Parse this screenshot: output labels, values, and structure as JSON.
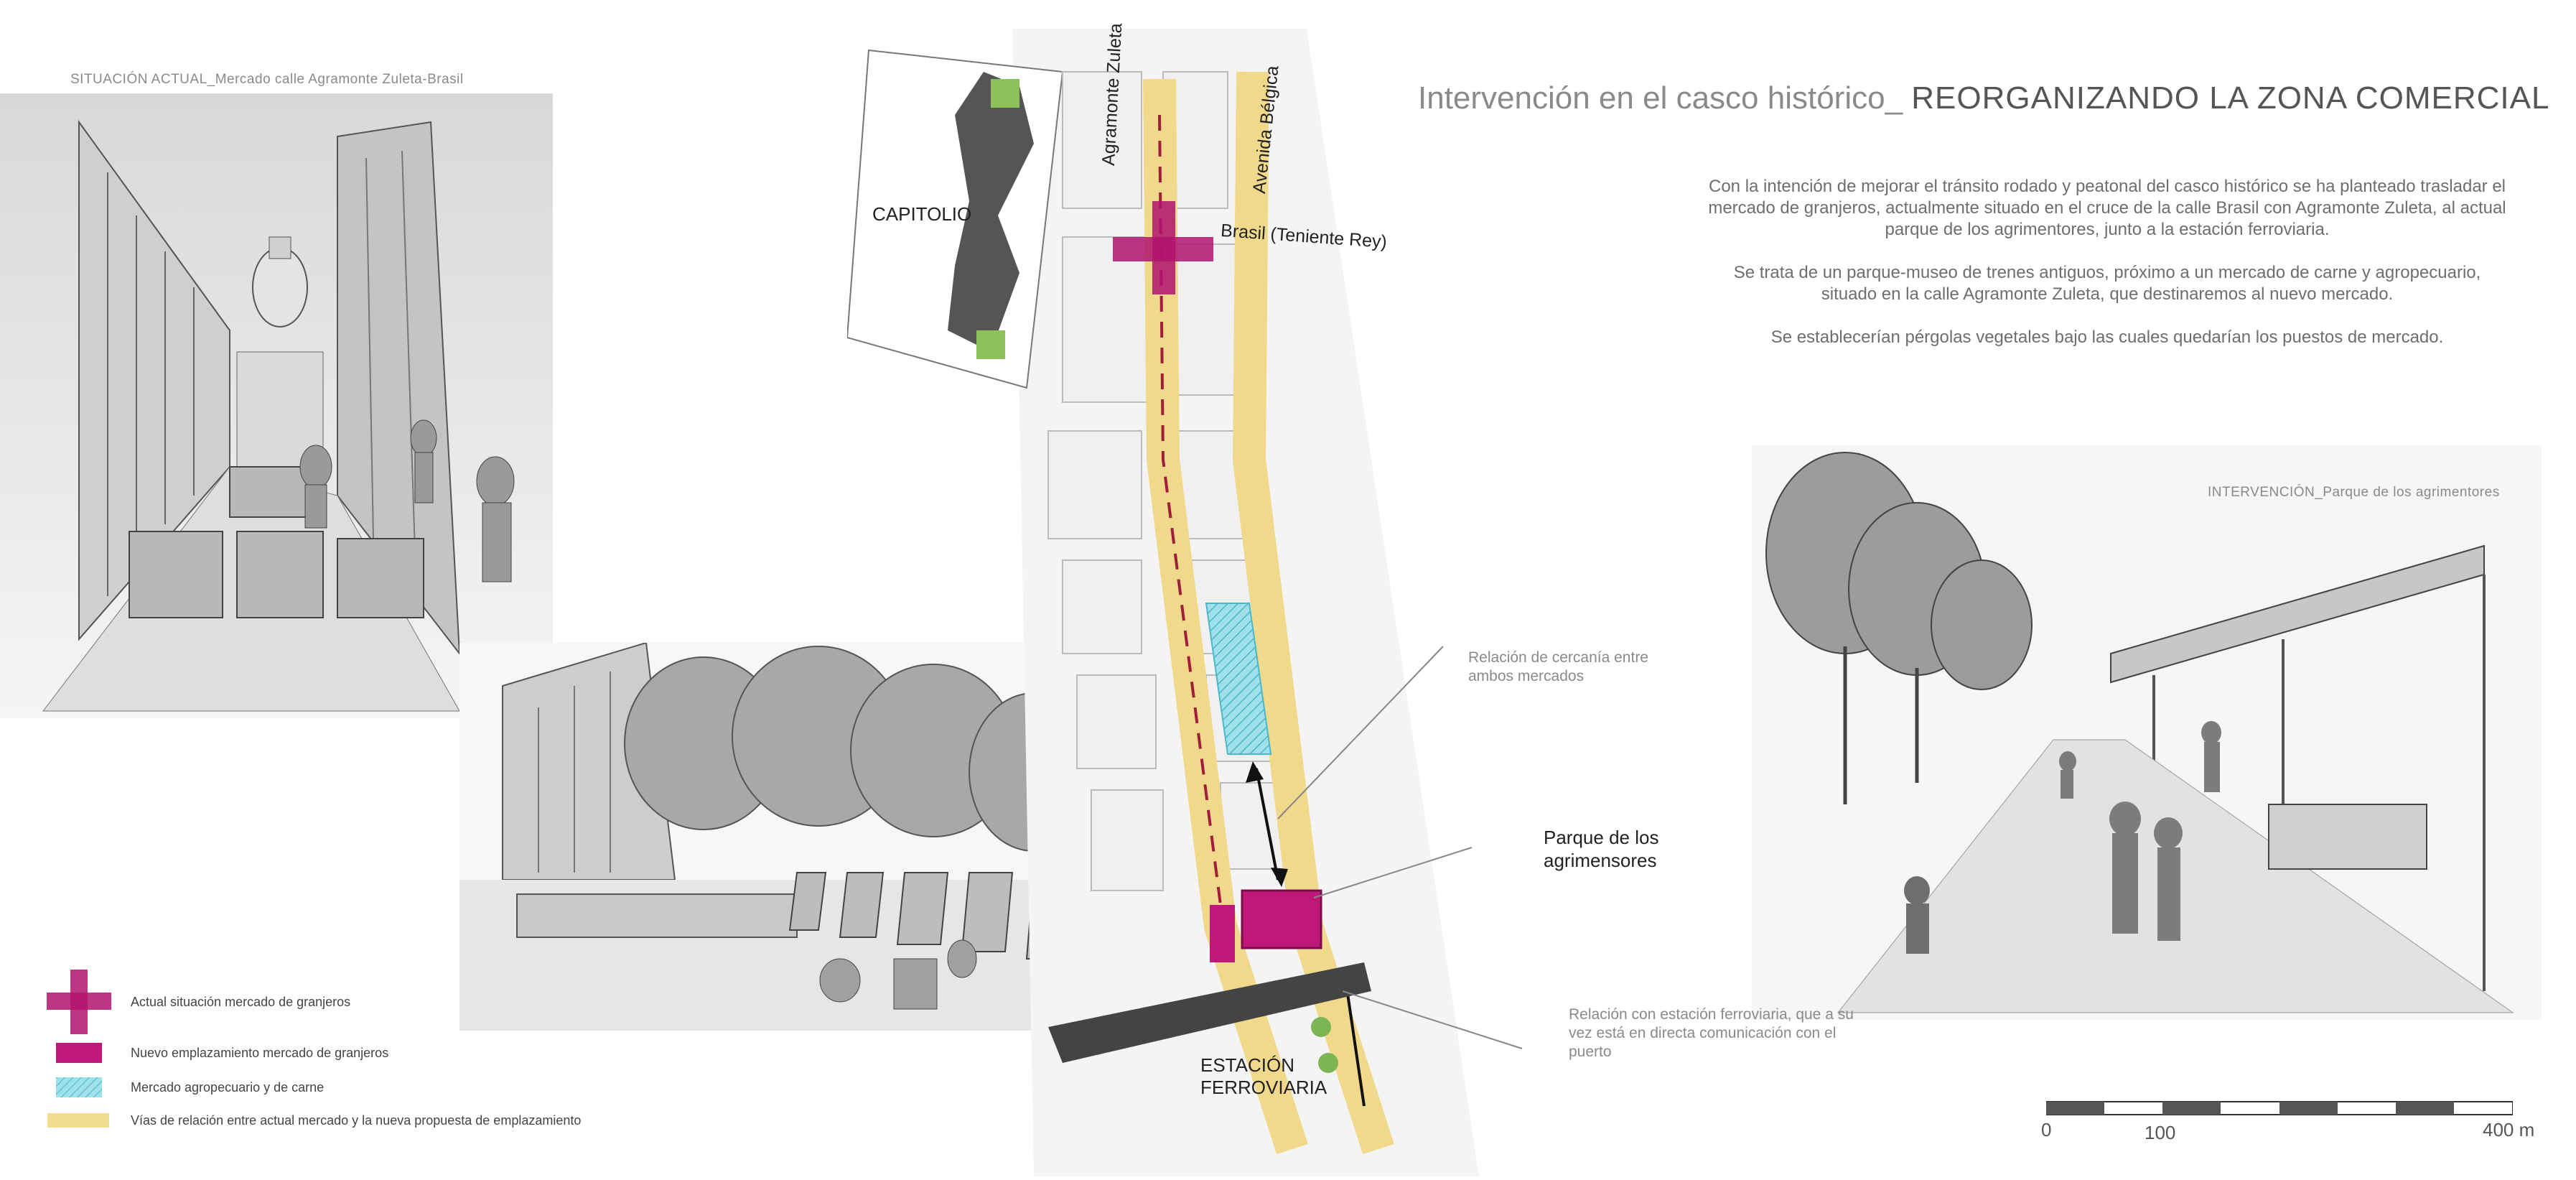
{
  "header": {
    "title_lead": "Intervención en el casco histórico_",
    "title_main": "REORGANIZANDO LA ZONA COMERCIAL"
  },
  "description": {
    "p1": "Con la intención de mejorar el tránsito rodado y peatonal del casco histórico se ha planteado trasladar el mercado de granjeros, actualmente situado en el cruce de la calle Brasil con Agramonte Zuleta, al actual parque de los agrimentores, junto a la estación ferroviaria.",
    "p2": "Se trata de un parque-museo de trenes antiguos, próximo a un mercado de carne y agropecuario, situado en la calle Agramonte Zuleta, que destinaremos al nuevo mercado.",
    "p3": "Se establecerían  pérgolas vegetales bajo las cuales quedarían los puestos de mercado."
  },
  "captions": {
    "current": "SITUACIÓN ACTUAL_Mercado calle Agramonte Zuleta-Brasil",
    "intervention": "INTERVENCIÓN_Parque de los agrimentores"
  },
  "map": {
    "capitolio": "CAPITOLIO",
    "agramonte": "Agramonte Zuleta",
    "belgica": "Avenida Bélgica",
    "brasil": "Brasil (Teniente Rey)",
    "parque": "Parque de los agrimensores",
    "estacion": "ESTACIÓN FERROVIARIA",
    "note_proximity": "Relación de cercanía entre ambos mercados",
    "note_station": "Relación con estación ferroviaria, que a su vez está en directa comunicación con el puerto"
  },
  "legend": [
    {
      "icon": "magenta-cross-icon",
      "label": "Actual situación mercado de granjeros",
      "color": "#b0136e"
    },
    {
      "icon": "magenta-rect-icon",
      "label": "Nuevo emplazamiento mercado de granjeros",
      "color": "#c0187a"
    },
    {
      "icon": "cyan-hatch-icon",
      "label": "Mercado agropecuario y de carne",
      "color": "#7fd3e0"
    },
    {
      "icon": "yellow-band-icon",
      "label": "Vías de relación entre actual mercado y la nueva propuesta de emplazamiento",
      "color": "#f1dd8e"
    }
  ],
  "scale": {
    "zero": "0",
    "mid": "100",
    "end": "400 m"
  },
  "colors": {
    "path": "#f0d98a",
    "cross": "#b0136e",
    "agro": "#86d6e2",
    "dash": "#a01e3c"
  }
}
